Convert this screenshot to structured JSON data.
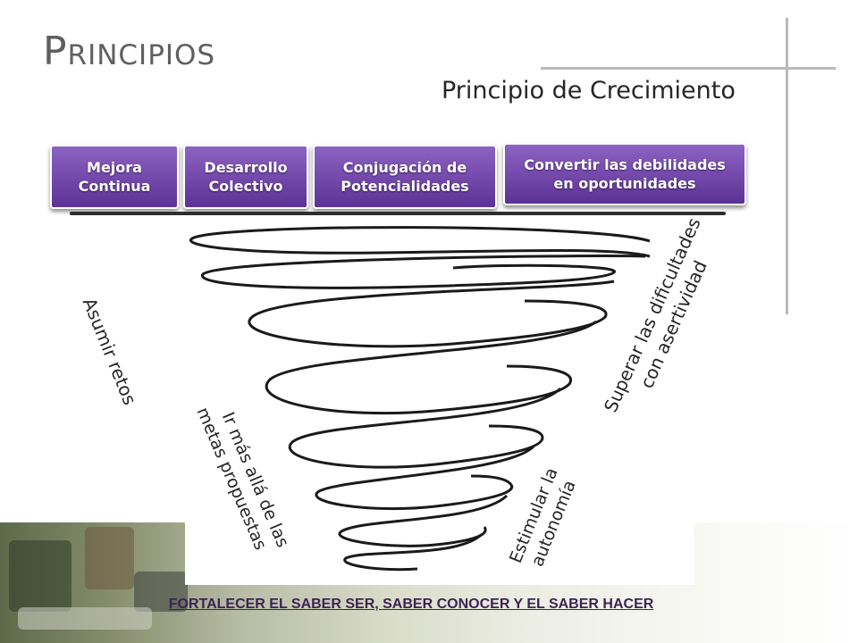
{
  "slide": {
    "title": "Principios",
    "subtitle": "Principio de Crecimiento",
    "footer": "FORTALECER EL SABER SER, SABER CONOCER Y EL SABER HACER"
  },
  "pills": [
    {
      "line1": "Mejora",
      "line2": "Continua"
    },
    {
      "line1": "Desarrollo",
      "line2": "Colectivo"
    },
    {
      "line1": "Conjugación de",
      "line2": "Potencialidades"
    },
    {
      "line1": "Convertir las debilidades",
      "line2": "en oportunidades"
    }
  ],
  "spiral_labels": {
    "retos": "Asumir retos",
    "metas_1": "Ir más allá de las",
    "metas_2": "metas propuestas",
    "autonomia_1": "Estimular la",
    "autonomia_2": "autonomía",
    "dificultades_1": "Superar las dificultades",
    "dificultades_2": "con asertividad"
  },
  "colors": {
    "pill_top": "#8c62c2",
    "pill_bottom": "#5d3296",
    "footer_text": "#3d2253",
    "title_text": "#5f5f5f"
  }
}
